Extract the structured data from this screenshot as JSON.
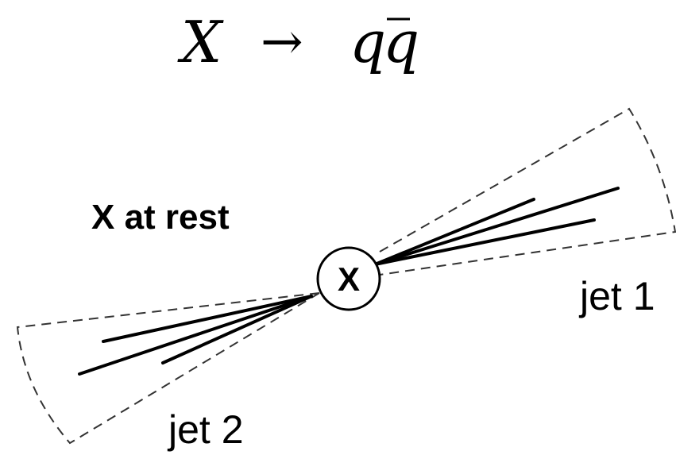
{
  "equation": {
    "lhs": "X",
    "arrow": "→",
    "q": "q",
    "qbar": "q",
    "qbar_bar": "‾"
  },
  "labels": {
    "state": "X at rest",
    "particle": "X",
    "jet1": "jet 1",
    "jet2": "jet 2"
  },
  "colors": {
    "line": "#000000",
    "dash": "#333333",
    "background": "#ffffff"
  }
}
